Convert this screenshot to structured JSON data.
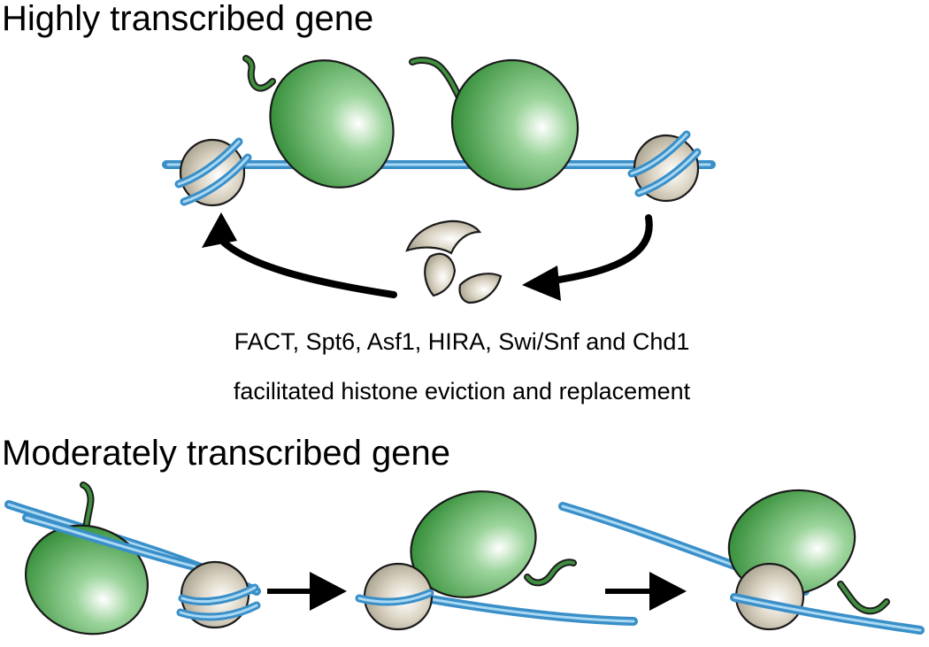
{
  "figure": {
    "top_title": "Highly transcribed gene",
    "caption_line1": "FACT, Spt6, Asf1, HIRA, Swi/Snf and Chd1",
    "caption_line2": "facilitated histone eviction and replacement",
    "bottom_title": "Moderately transcribed gene"
  },
  "colors": {
    "dna": "#3a8fc8",
    "polymerase": "#4fae4f",
    "histone": "#d9d2c0",
    "arrow": "#000000"
  }
}
